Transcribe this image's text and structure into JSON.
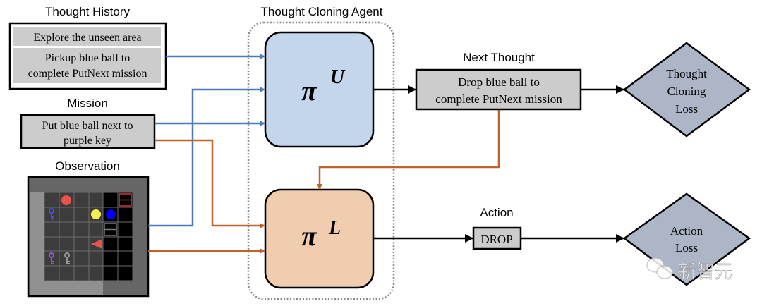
{
  "thought_history": {
    "title": "Thought History",
    "items": [
      "Explore the unseen area",
      "Pickup blue ball to",
      "complete PutNext mission"
    ]
  },
  "mission": {
    "title": "Mission",
    "lines": [
      "Put blue ball next to",
      "purple key"
    ]
  },
  "observation": {
    "title": "Observation"
  },
  "agent": {
    "title": "Thought Cloning Agent",
    "upper_symbol": "π",
    "upper_sup": "U",
    "lower_symbol": "π",
    "lower_sup": "L"
  },
  "next_thought": {
    "title": "Next Thought",
    "lines": [
      "Drop blue ball to",
      "complete PutNext mission"
    ]
  },
  "action": {
    "title": "Action",
    "value": "DROP"
  },
  "thought_loss": {
    "lines": [
      "Thought",
      "Cloning",
      "Loss"
    ]
  },
  "action_loss": {
    "lines": [
      "Action",
      "Loss"
    ]
  },
  "watermark": {
    "text": "新智元"
  },
  "colors": {
    "blue_arrow": "#4a7ab8",
    "orange_arrow": "#c0622a",
    "upper_policy_fill": "#c3d6eb",
    "lower_policy_fill": "#f1cdb0",
    "loss_fill": "#adb6c6",
    "text_box_fill": "#cccccc"
  }
}
